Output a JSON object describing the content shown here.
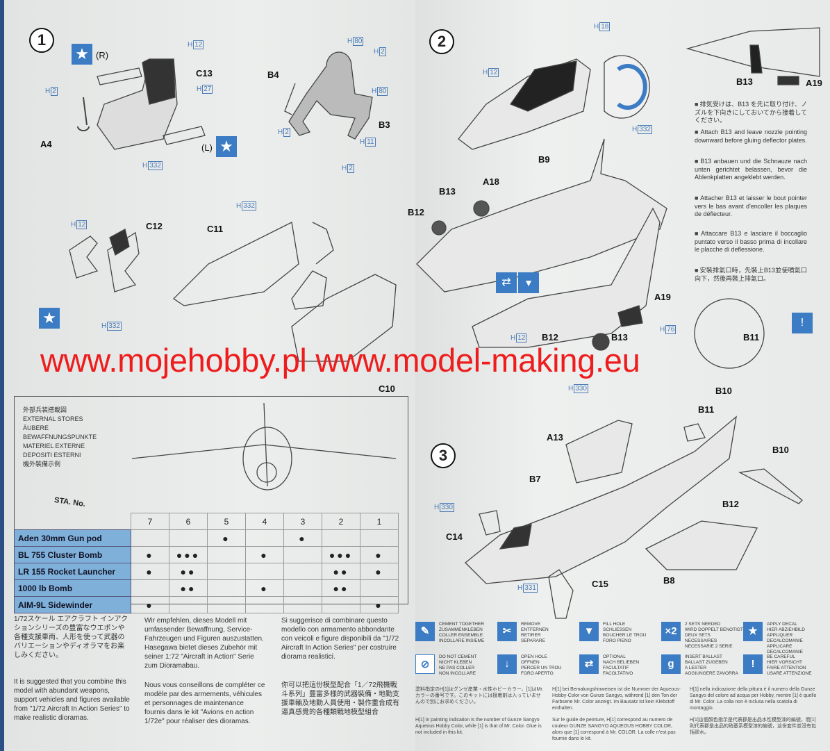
{
  "watermark": "www.mojehobby.pl www.model-making.eu",
  "steps": [
    "1",
    "2",
    "3"
  ],
  "star_icon": "★",
  "labels": {
    "s1": [
      "(R)",
      "C13",
      "A4",
      "(L)",
      "B4",
      "B3",
      "C12",
      "C11",
      "C10"
    ],
    "s2": [
      "B13",
      "A19",
      "B9",
      "A18",
      "B13",
      "B12",
      "A19",
      "B13",
      "B11",
      "B10",
      "B12"
    ],
    "s3": [
      "B11",
      "A13",
      "B10",
      "B7",
      "B12",
      "C14",
      "B8",
      "C15"
    ]
  },
  "paint_refs": {
    "s1": [
      "12",
      "27",
      "2",
      "332",
      "80",
      "2",
      "80",
      "2",
      "11",
      "2",
      "332",
      "12",
      "332"
    ],
    "s2": [
      "18",
      "12",
      "332",
      "76",
      "12",
      "330"
    ],
    "s3": [
      "330",
      "331"
    ]
  },
  "h_prefix": "H",
  "b13_notes": [
    "排気受けは、B13 を先に取り付け、ノズルを下向きにしておいてから接着してください。",
    "Attach B13 and leave nozzle pointing downward before gluing deflector plates.",
    "B13 anbauen und die Schnauze nach unten gerichtet belassen, bevor die Ablenkplatten angeklebt werden.",
    "Attacher B13 et laisser le bout pointer vers le bas avant d'encoller les plaques de déflecteur.",
    "Attaccare B13 e lasciare il boccaglio puntato verso il basso prima di incollare le placche di deflessione.",
    "安裝排氣口時，先裝上B13並使噴氣口向下，然後再裝上排氣口。"
  ],
  "stores_title": [
    "外部兵装搭載図",
    "EXTERNAL STORES",
    "ÄUBERE",
    "BEWAFFNUNGSPUNKTE",
    "MATERIEL EXTERNE",
    "DEPOSITI ESTERNI",
    "機外裝備示例"
  ],
  "stores_table": {
    "header": "STA. No.",
    "stations": [
      "7",
      "6",
      "5",
      "4",
      "3",
      "2",
      "1"
    ],
    "rows": [
      {
        "name": "Aden 30mm Gun pod",
        "cells": [
          "",
          "",
          "●",
          "",
          "●",
          "",
          ""
        ]
      },
      {
        "name": "BL 755 Cluster Bomb",
        "cells": [
          "●",
          "●●●",
          "",
          "●",
          "",
          "●●●",
          "●"
        ]
      },
      {
        "name": "LR 155 Rocket Launcher",
        "cells": [
          "●",
          "●●",
          "",
          "",
          "",
          "●●",
          "●"
        ]
      },
      {
        "name": "1000 lb Bomb",
        "cells": [
          "",
          "●●",
          "",
          "●",
          "",
          "●●",
          ""
        ]
      },
      {
        "name": "AIM-9L Sidewinder",
        "cells": [
          "●",
          "",
          "",
          "",
          "",
          "",
          "●"
        ]
      }
    ]
  },
  "suggestions": [
    "1/72スケール エアクラフト インアクションシリーズの豊富なウエポンや各種支援車両、人形を使って武器のバリエーションやディオラマをお楽しみください。",
    "It is suggested that you combine this model with abundant weapons, support vehicles and figures available from \"1/72 Aircraft In Action Series\" to make realistic dioramas.",
    "Wir empfehlen, dieses Modell mit umfassender Bewaffnung, Service-Fahrzeugen und Figuren auszustatten. Hasegawa bietet dieses Zubehör mit seiner 1:72 \"Aircraft in Action\" Serie zum Dioramabau.",
    "Nous vous conseillons de compléter ce modèle par des armements, véhicules et personnages de maintenance fournis dans le kit \"Avions en action 1/72e\" pour réaliser des dioramas.",
    "Si suggerisce di combinare questo modello con armamento abbondante con veicoli e figure disponibili da \"1/72 Aircraft In Action Series\" per costruire diorama realistici.",
    "你可以把這份模型配合「1／72飛機戰斗系列」豐富多樣的武器裝備・地勤支援車輛及地勤人員使用・製作重合成有逼真感覺的各種類戰地模型組合"
  ],
  "legend": [
    {
      "icon": "cement-tube-icon",
      "glyph": "✎",
      "lines": [
        "CEMENT TOGETHER",
        "ZUSAMMENKLEBEN",
        "COLLER ENSEMBLE",
        "INCOLLARE INSIEME"
      ]
    },
    {
      "icon": "remove-icon",
      "glyph": "✂",
      "lines": [
        "REMOVE",
        "ENTFERNEN",
        "RETIRER",
        "SEPARARE"
      ]
    },
    {
      "icon": "fill-hole-icon",
      "glyph": "▼",
      "lines": [
        "FILL HOLE",
        "SCHLIESSEN",
        "BOUCHER LE TROU",
        "FORO PIENO"
      ]
    },
    {
      "icon": "x2-icon",
      "glyph": "×2",
      "lines": [
        "2 SETS NEEDED",
        "WIRD DOPPELT BENOTIGT",
        "DEUX SETS NECESSAIRES",
        "NECESSARIE 2 SERIE"
      ]
    },
    {
      "icon": "decal-star-icon",
      "glyph": "★",
      "lines": [
        "APPLY DECAL",
        "HIER ABZIEHBILD",
        "APPLIQUER DECALCOMANIE",
        "APPLICARE DECALCOMANIE"
      ]
    },
    {
      "icon": "do-not-cement-icon",
      "glyph": "⊘",
      "lines": [
        "DO NOT CEMENT",
        "NICHT KLEBEN",
        "NE PAS COLLER",
        "NON INCOLLARE"
      ]
    },
    {
      "icon": "open-hole-icon",
      "glyph": "↓",
      "lines": [
        "OPEN HOLE",
        "OFFNEN",
        "PERCER UN TROU",
        "FORO APERTO"
      ]
    },
    {
      "icon": "optional-icon",
      "glyph": "⇄",
      "lines": [
        "OPTIONAL",
        "NACH BELIEBEN",
        "FACULTATIF",
        "FACOLTATIVO"
      ]
    },
    {
      "icon": "ballast-weight-icon",
      "glyph": "g",
      "lines": [
        "INSERT BALLAST",
        "BALLAST ZUGEBEN",
        "A LESTER",
        "AGGIUNGERE ZAVORRA"
      ]
    },
    {
      "icon": "be-careful-icon",
      "glyph": "!",
      "lines": [
        "BE CAREFUL",
        "HIER VORSICHT",
        "FAIRE ATTENTION",
        "USARE ATTENZIONE"
      ]
    }
  ],
  "paint_notes": [
    "塗料指定のH[1]はグンゼ産業・水性ホビーカラー、[1]はMr.カラーの番号です。このキットには接着剤は入っていませんので別にお求めください。",
    "H[1] bei Bemalungshinweisen ist die Nummer der Aqueous-Hobby-Color von Gunze Sangyo, während [1] den Ton der Farbserie Mr. Color anzeigt. Im Bausatz ist kein Klebstoff enthalten.",
    "H[1] nella indicazione della pittura è il numero della Gunze Sangyo del colore ad acqua per Hobby, mentre [1] è quello di Mr. Color. La colla non è inclusa nella scatola di montaggio.",
    "H[1] in painting indication is the number of Gunze Sangyo Aqueous Hobby Color, while [1] is that of Mr. Color. Glue is not included in this kit.",
    "Sur le guide de peinture, H[1] correspond au numero de couleur GUNZE SANGYO AQUEOUS HOBBY COLOR, alors que [1] correspond à Mr. COLOR. La colle n'est pas fournie dans le kit.",
    "H[1]這個顏色指示是代表郡是出品水性模型漆的編號，而[1]則代表郡是出品的硝基系模型漆的編號，這份套件並沒有包括膠水。"
  ]
}
